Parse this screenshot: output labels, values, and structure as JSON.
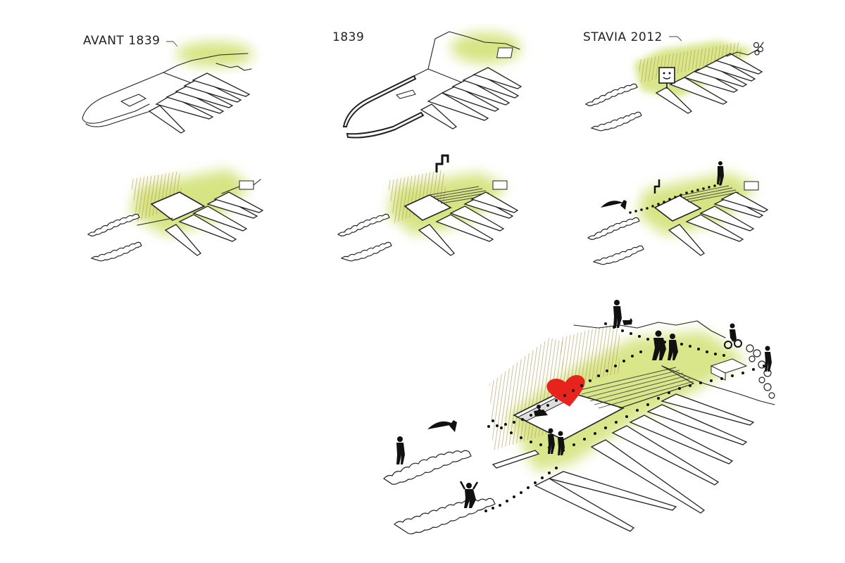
{
  "panels": [
    {
      "id": "p1",
      "label": "AVANT 1839"
    },
    {
      "id": "p2",
      "label": "1839"
    },
    {
      "id": "p3",
      "label": "STAVIA 2012"
    },
    {
      "id": "p4",
      "label": ""
    },
    {
      "id": "p5",
      "label": ""
    },
    {
      "id": "p6",
      "label": ""
    },
    {
      "id": "p7",
      "label": ""
    }
  ],
  "colors": {
    "vegetation": "#c9dc5a",
    "reeds": "#b39a5a",
    "heart": "#e8221c",
    "ink": "#111111",
    "line": "#222222"
  },
  "icons": [
    "smiley-sign-icon",
    "heart-icon",
    "person-silhouette-icon",
    "umbrella-icon",
    "cyclist-icon",
    "dog-walker-icon",
    "stairs-icon"
  ]
}
